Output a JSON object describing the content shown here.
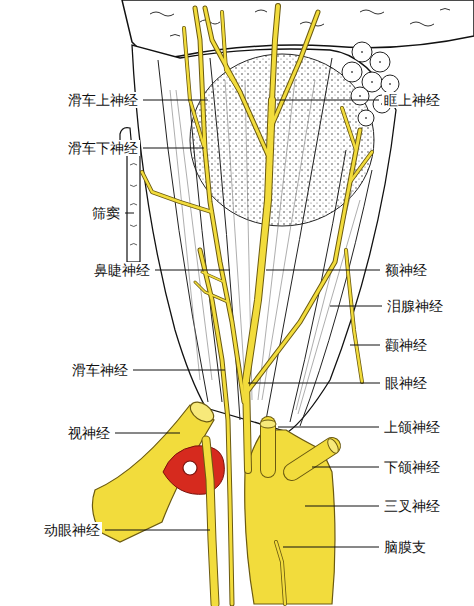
{
  "diagram": {
    "labels": [
      "滑车上神经",
      "眶上神经",
      "滑车下神经",
      "筛窦",
      "鼻睫神经",
      "额神经",
      "泪腺神经",
      "颧神经",
      "滑车神经",
      "眼神经",
      "视神经",
      "上颌神经",
      "下颌神经",
      "三叉神经",
      "动眼神经",
      "脑膜支"
    ]
  }
}
